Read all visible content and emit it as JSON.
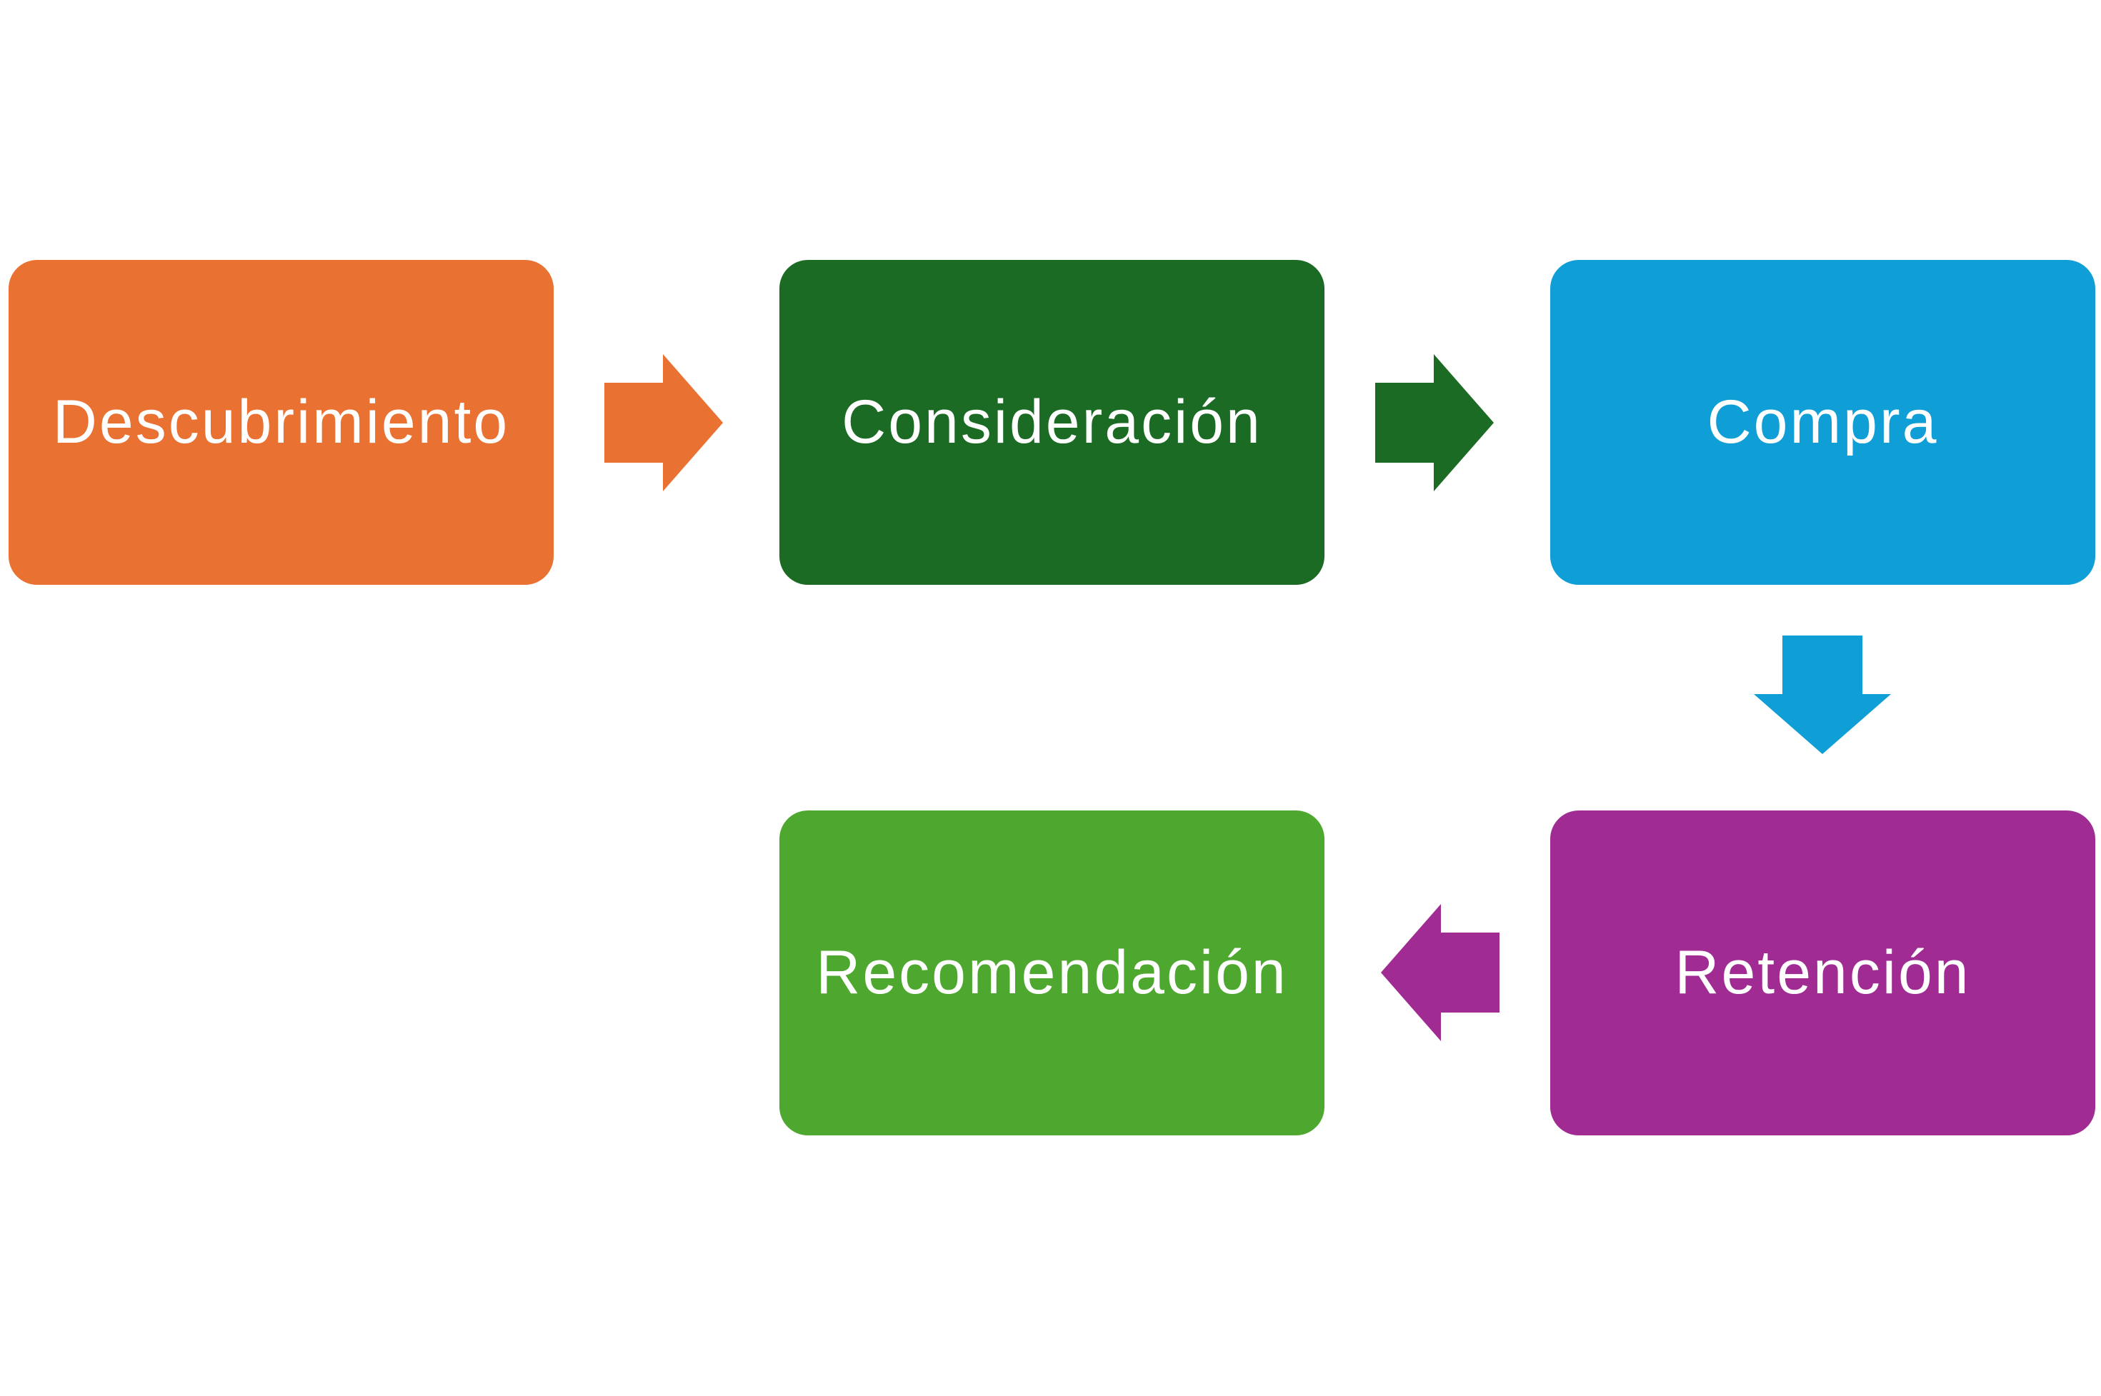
{
  "diagram": {
    "steps": [
      {
        "label": "Descubrimiento",
        "color": "#E97132"
      },
      {
        "label": "Consideración",
        "color": "#1B6B25"
      },
      {
        "label": "Compra",
        "color": "#0F9ED5"
      },
      {
        "label": "Retención",
        "color": "#A02B93"
      },
      {
        "label": "Recomendación",
        "color": "#4EA72E"
      }
    ],
    "connectors": [
      {
        "from": 0,
        "to": 1,
        "direction": "right",
        "color": "#E97132"
      },
      {
        "from": 1,
        "to": 2,
        "direction": "right",
        "color": "#1B6B25"
      },
      {
        "from": 2,
        "to": 3,
        "direction": "down",
        "color": "#0F9ED5"
      },
      {
        "from": 3,
        "to": 4,
        "direction": "left",
        "color": "#A02B93"
      }
    ]
  }
}
